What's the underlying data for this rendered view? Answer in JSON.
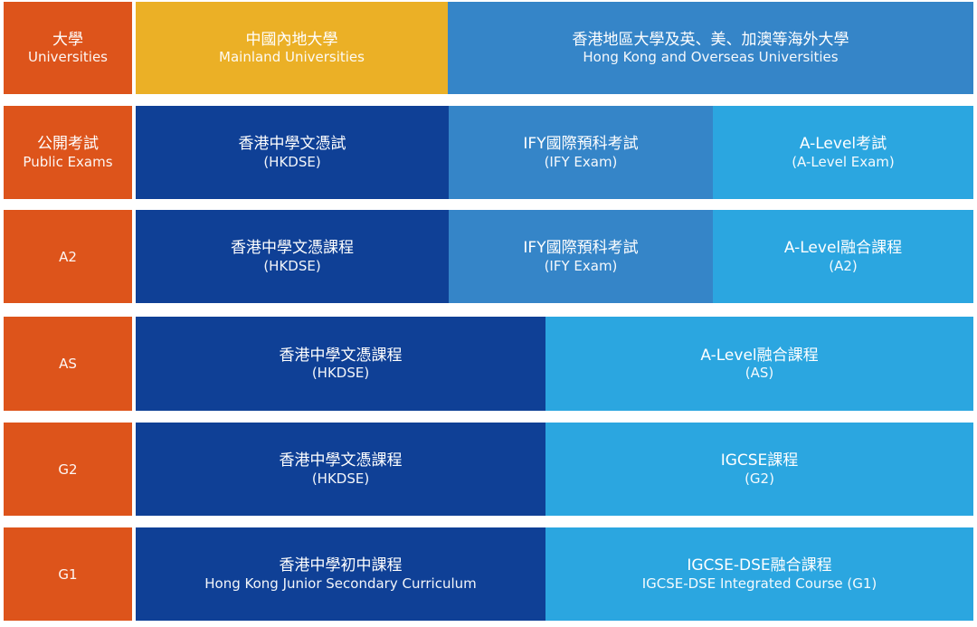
{
  "colors": {
    "level_label": "#dd541b",
    "mainland": "#ebb026",
    "overseas_ify": "#3585c8",
    "hkdse": "#0f4096",
    "alevel_igcse": "#2ba6e0"
  },
  "rows": [
    {
      "label": {
        "zh": "大學",
        "en": "Universities"
      },
      "cells": [
        {
          "zh": "中國內地大學",
          "en": "Mainland Universities"
        },
        {
          "zh": "香港地區大學及英、美、加澳等海外大學",
          "en": "Hong Kong and Overseas Universities"
        }
      ]
    },
    {
      "label": {
        "zh": "公開考試",
        "en": "Public Exams"
      },
      "cells": [
        {
          "zh": "香港中學文憑試",
          "en": "(HKDSE)"
        },
        {
          "zh": "IFY國際預科考試",
          "en": "(IFY Exam)"
        },
        {
          "zh": "A-Level考試",
          "en": "(A-Level Exam)"
        }
      ]
    },
    {
      "label": {
        "zh": "",
        "en": "A2"
      },
      "cells": [
        {
          "zh": "香港中學文憑課程",
          "en": "(HKDSE)"
        },
        {
          "zh": "IFY國際預科考試",
          "en": "(IFY Exam)"
        },
        {
          "zh": "A-Level融合課程",
          "en": "(A2)"
        }
      ]
    },
    {
      "label": {
        "zh": "",
        "en": "AS"
      },
      "cells": [
        {
          "zh": "香港中學文憑課程",
          "en": "(HKDSE)"
        },
        {
          "zh": "A-Level融合課程",
          "en": "(AS)"
        }
      ]
    },
    {
      "label": {
        "zh": "",
        "en": "G2"
      },
      "cells": [
        {
          "zh": "香港中學文憑課程",
          "en": "(HKDSE)"
        },
        {
          "zh": "IGCSE課程",
          "en": "(G2)"
        }
      ]
    },
    {
      "label": {
        "zh": "",
        "en": "G1"
      },
      "cells": [
        {
          "zh": "香港中學初中課程",
          "en": "Hong Kong Junior Secondary Curriculum"
        },
        {
          "zh": "IGCSE-DSE融合課程",
          "en": "IGCSE-DSE Integrated Course (G1)"
        }
      ]
    }
  ]
}
